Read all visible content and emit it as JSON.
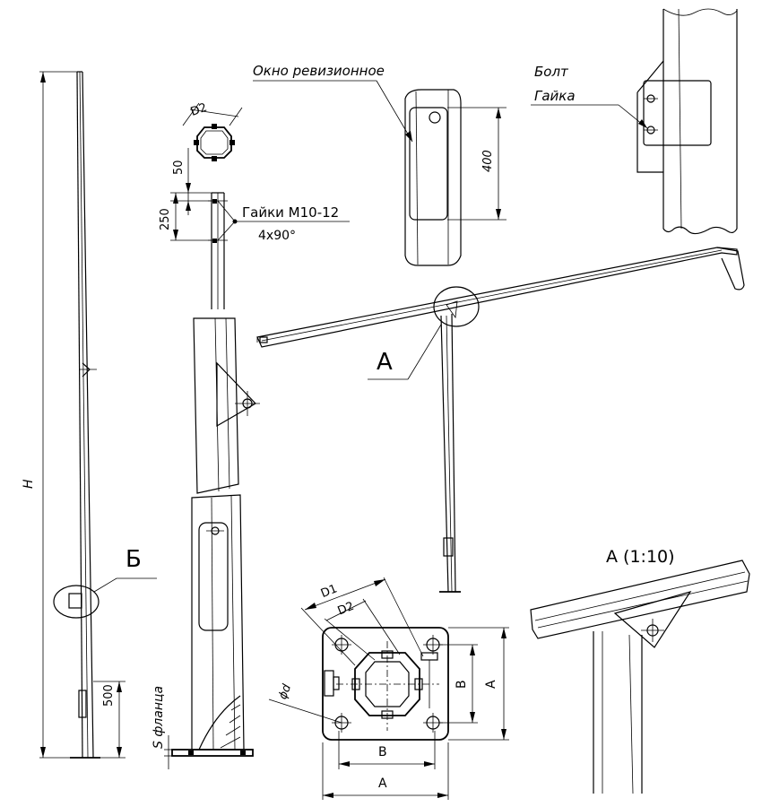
{
  "labels": {
    "inspection_window": "Окно ревизионное",
    "bolt": "Болт",
    "nut": "Гайка",
    "nuts_spec": "Гайки М10-12",
    "nuts_count": "4x90°",
    "callout_a": "А",
    "callout_b": "Б",
    "detail_a": "А (1:10)",
    "flange": "S фланца"
  },
  "dimensions": {
    "D1": "D1",
    "D2": "D2",
    "D2_top": "D2",
    "H": "H",
    "d": "ϕd",
    "A_h": "A",
    "B_h": "B",
    "A_v": "A",
    "B_v": "B",
    "dim_50": "50",
    "dim_250": "250",
    "dim_400": "400",
    "dim_500": "500"
  }
}
